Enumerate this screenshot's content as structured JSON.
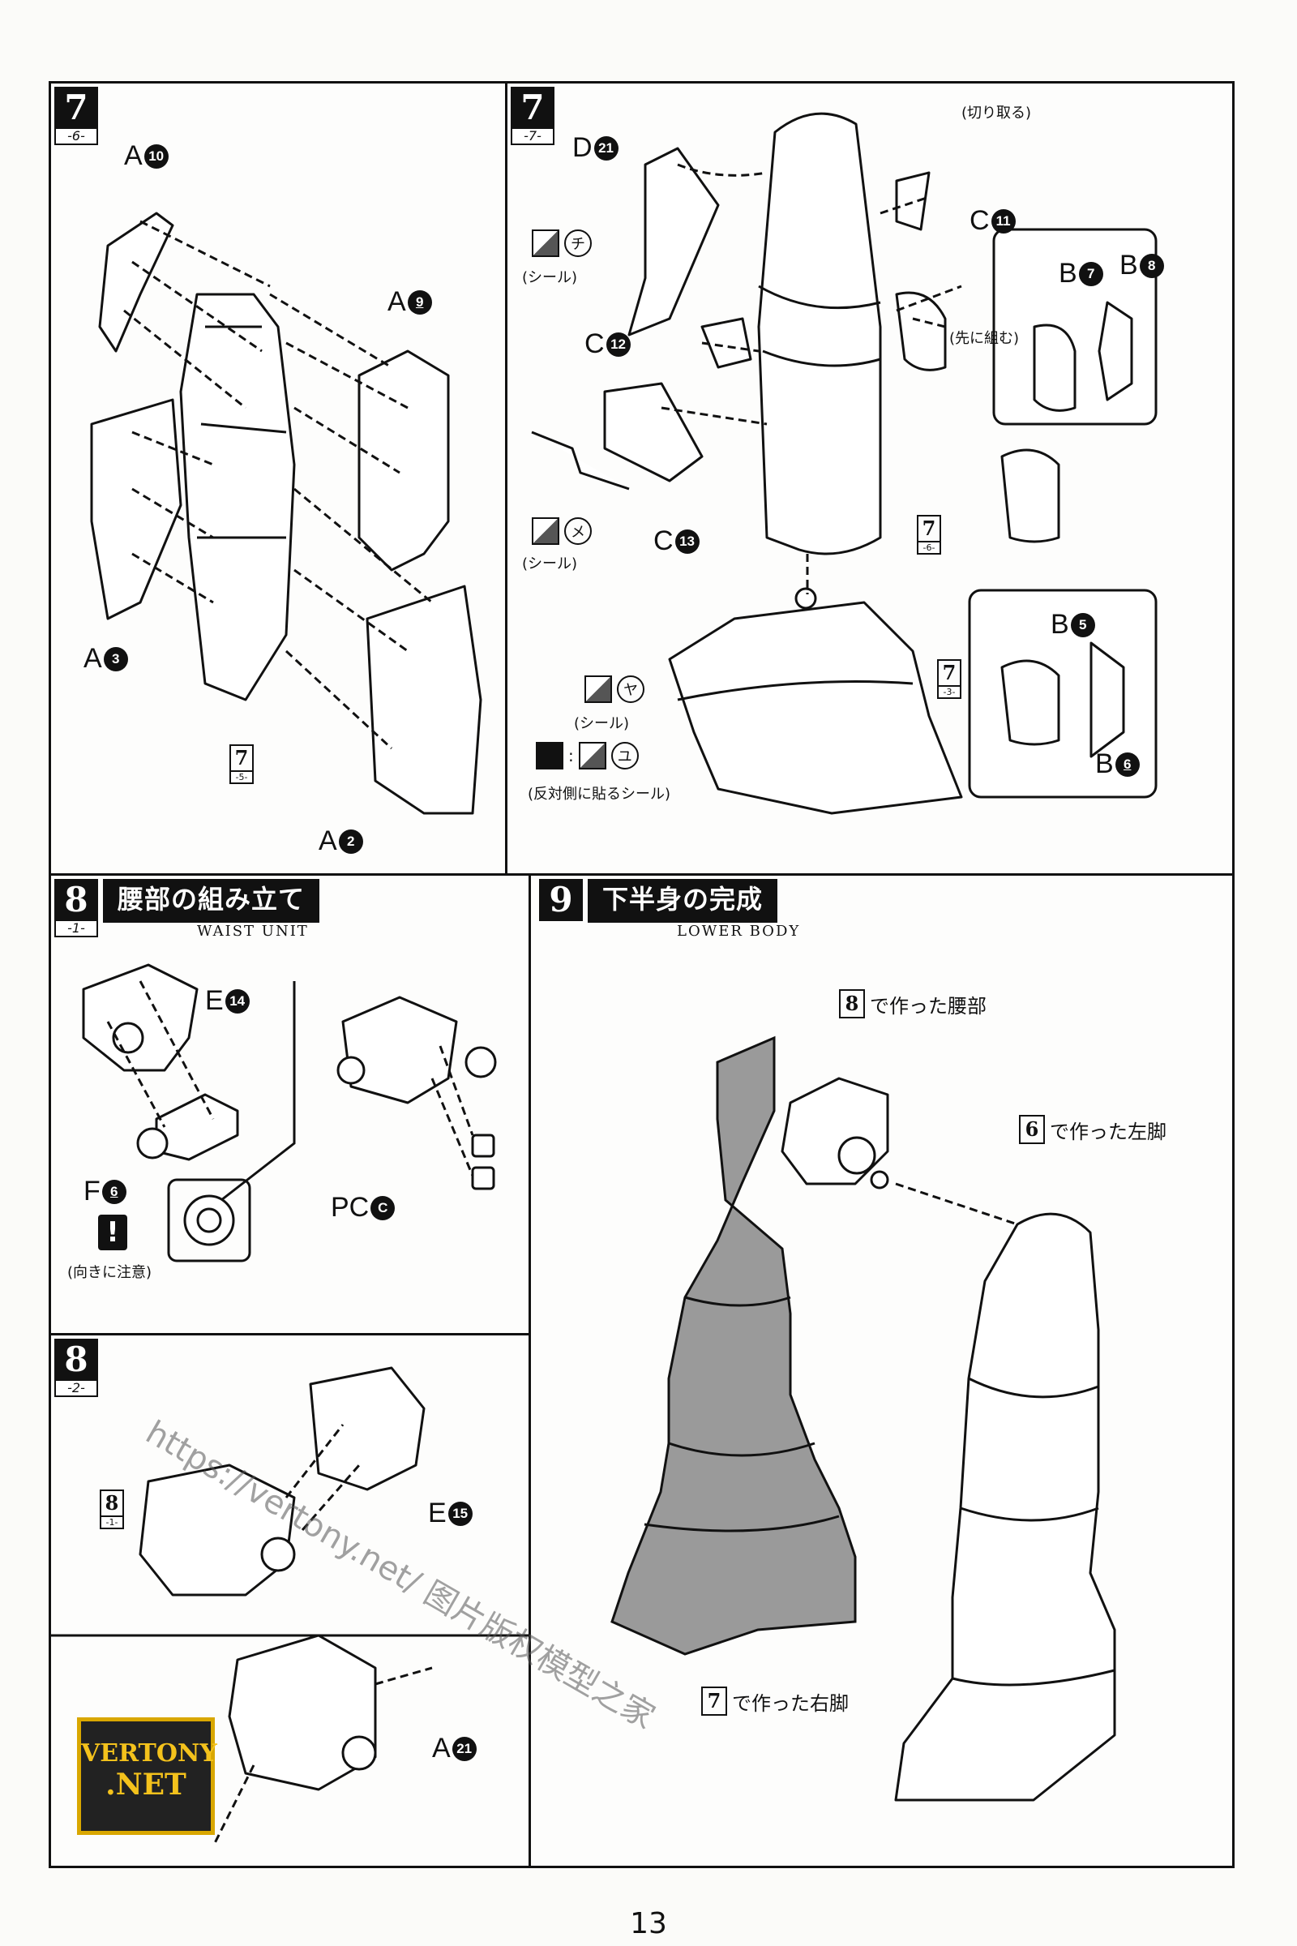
{
  "page_number": "13",
  "step_7_6": {
    "num": "7",
    "sub": "-6-",
    "labels": {
      "a10": "A",
      "a10n": "10",
      "a9": "A",
      "a9n": "9",
      "a3": "A",
      "a3n": "3",
      "a2": "A",
      "a2n": "2"
    },
    "ref": {
      "num": "7",
      "sub": "-5-"
    }
  },
  "step_7_7": {
    "num": "7",
    "sub": "-7-",
    "labels": {
      "d21": "D",
      "d21n": "21",
      "c11": "C",
      "c11n": "11",
      "c12": "C",
      "c12n": "12",
      "c13": "C",
      "c13n": "13",
      "b7": "B",
      "b7n": "7",
      "b8": "B",
      "b8n": "8",
      "b5": "B",
      "b5n": "5",
      "b6": "B",
      "b6n": "6"
    },
    "cut": "(切り取る)",
    "assemble_first": "(先に組む)",
    "seal": "(シール)",
    "sticker_chi": "チ",
    "sticker_me": "メ",
    "sticker_ya": "ヤ",
    "sticker_yu": "ユ",
    "opposite_seal": "(反対側に貼るシール)",
    "ref_upper": {
      "num": "7",
      "sub": "-6-"
    },
    "ref_lower": {
      "num": "7",
      "sub": "-3-"
    }
  },
  "step_8_1": {
    "num": "8",
    "sub": "-1-",
    "title": "腰部の組み立て",
    "subtitle": "WAIST UNIT",
    "labels": {
      "e14": "E",
      "e14n": "14",
      "f6": "F",
      "f6n": "6",
      "pcc": "PC",
      "pccn": "C"
    },
    "caution": "(向きに注意)"
  },
  "step_8_2": {
    "num": "8",
    "sub": "-2-",
    "labels": {
      "e15": "E",
      "e15n": "15",
      "a21": "A",
      "a21n": "21"
    },
    "ref": {
      "num": "8",
      "sub": "-1-"
    }
  },
  "step_9": {
    "num": "9",
    "title": "下半身の完成",
    "subtitle": "LOWER BODY",
    "waist": {
      "num": "8",
      "text": "で作った腰部"
    },
    "left_leg": {
      "num": "6",
      "text": "で作った左脚"
    },
    "right_leg": {
      "num": "7",
      "text": "で作った右脚"
    }
  },
  "watermark": "https://vertony.net/ 图片版权模型之家",
  "logo": {
    "line1": "VERTONY",
    "line2": ".NET"
  }
}
